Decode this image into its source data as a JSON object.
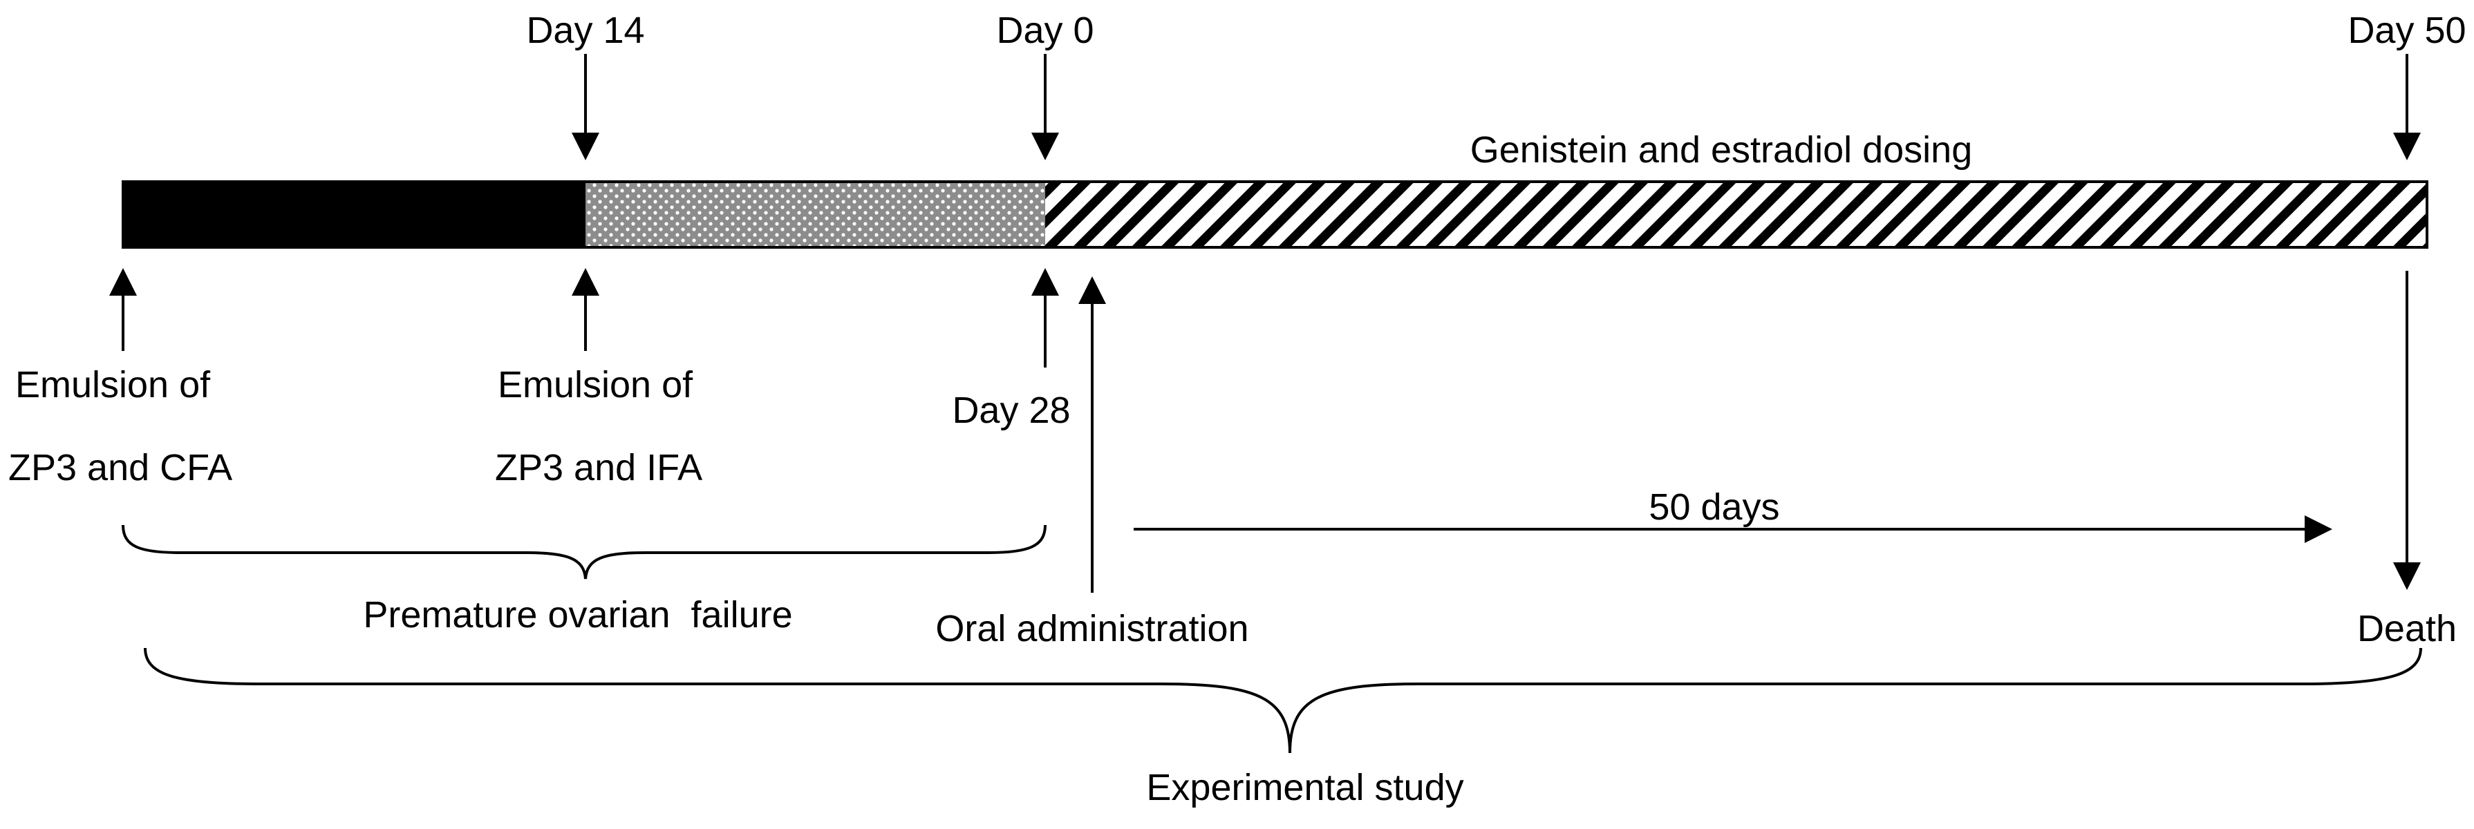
{
  "timeline": {
    "top_labels": {
      "day14": "Day 14",
      "day0": "Day 0",
      "day50": "Day 50"
    },
    "dosing_label": "Genistein and estradiol dosing",
    "segments": [
      {
        "name": "cfa-immunization-segment",
        "fill": "solid",
        "color": "#000000"
      },
      {
        "name": "ifa-immunization-segment",
        "fill": "dotted",
        "color": "#8c8c8c"
      },
      {
        "name": "dosing-segment",
        "fill": "diagonal-hatch",
        "color": "#000000"
      }
    ]
  },
  "events": {
    "emulsion_cfa_line1": "Emulsion of",
    "emulsion_cfa_line2": "ZP3 and CFA",
    "emulsion_ifa_line1": "Emulsion of",
    "emulsion_ifa_line2": "ZP3 and IFA",
    "day28": "Day 28",
    "oral_administration": "Oral administration",
    "death": "Death"
  },
  "durations": {
    "fifty_days": "50 days"
  },
  "braces": {
    "premature_ovarian_failure": "Premature ovarian  failure",
    "experimental_study": "Experimental study"
  }
}
